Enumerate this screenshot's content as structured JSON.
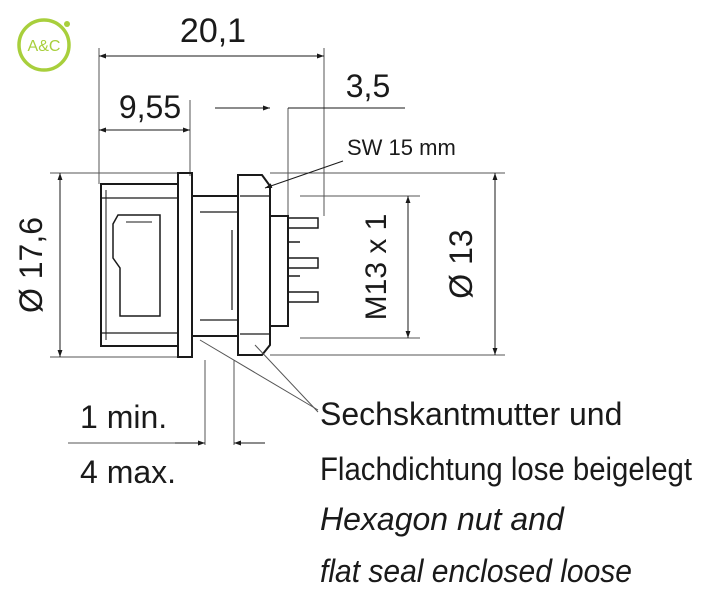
{
  "logo": {
    "text": "A&C",
    "color": "#a8cf3c"
  },
  "dimensions": {
    "overall_length": "20,1",
    "body_length": "9,55",
    "nut_width": "3,5",
    "wrench_size": "SW 15 mm",
    "flange_diameter": "Ø 17,6",
    "thread": "M13 x 1",
    "thread_diameter": "Ø 13",
    "panel_min": "1 min.",
    "panel_max": "4 max."
  },
  "note": {
    "de_line1": "Sechskantmutter und",
    "de_line2": "Flachdichtung lose beigelegt",
    "en_line1": "Hexagon nut and",
    "en_line2": "flat seal enclosed loose"
  },
  "colors": {
    "line": "#1a1a1a",
    "thin": "#555555"
  }
}
